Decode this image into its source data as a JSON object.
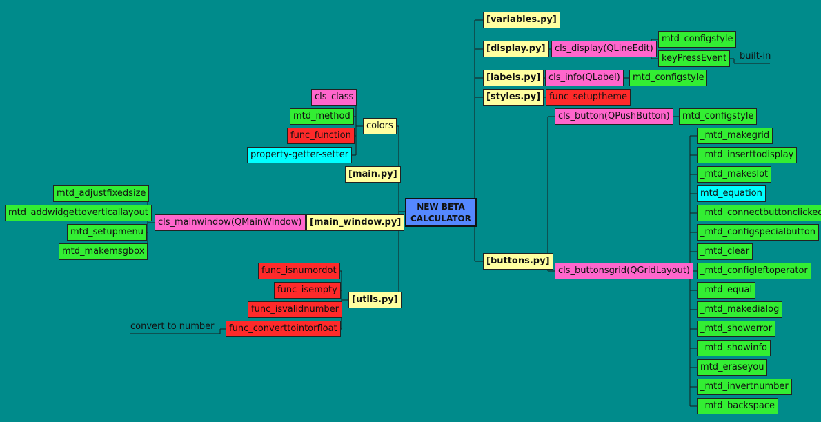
{
  "root": {
    "line1": "NEW BETA",
    "line2": "CALCULATOR"
  },
  "left": {
    "colors": {
      "label": "colors",
      "children": [
        "cls_class",
        "mtd_method",
        "func_function",
        "property-getter-setter"
      ]
    },
    "main": {
      "label": "[main.py]"
    },
    "main_window": {
      "label": "[main_window.py]",
      "class": "cls_mainwindow(QMainWindow)",
      "methods": [
        "mtd_adjustfixedsize",
        "mtd_addwidgettoverticallayout",
        "mtd_setupmenu",
        "mtd_makemsgbox"
      ]
    },
    "utils": {
      "label": "[utils.py]",
      "funcs": [
        "func_isnumordot",
        "func_isempty",
        "func_isvalidnumber",
        "func_converttointorfloat"
      ],
      "note": "convert to number"
    }
  },
  "right": {
    "variables": {
      "label": "[variables.py]"
    },
    "display": {
      "label": "[display.py]",
      "class": "cls_display(QLineEdit)",
      "methods": [
        "mtd_configstyle",
        "keyPressEvent"
      ],
      "note": "built-in"
    },
    "labels": {
      "label": "[labels.py]",
      "class": "cls_info(QLabel)",
      "method": "mtd_configstyle"
    },
    "styles": {
      "label": "[styles.py]",
      "func": "func_setuptheme"
    },
    "buttons": {
      "label": "[buttons.py]",
      "class_button": "cls_button(QPushButton)",
      "button_method": "mtd_configstyle",
      "class_grid": "cls_buttonsgrid(QGridLayout)",
      "grid_methods": [
        "_mtd_makegrid",
        "_mtd_inserttodisplay",
        "_mtd_makeslot",
        "mtd_equation",
        "_mtd_connectbuttonclicked",
        "_mtd_configspecialbutton",
        "_mtd_clear",
        "_mtd_configleftoperator",
        "_mtd_equal",
        "_mtd_makedialog",
        "_mtd_showerror",
        "_mtd_showinfo",
        "mtd_eraseyou",
        "_mtd_invertnumber",
        "_mtd_backspace"
      ]
    }
  },
  "colors": {
    "background": "#008b8b",
    "file": "#ffffa0",
    "class": "#ff66cc",
    "method": "#33ee33",
    "function": "#ff2a2a",
    "property": "#00ffff",
    "root": "#5588ff"
  }
}
